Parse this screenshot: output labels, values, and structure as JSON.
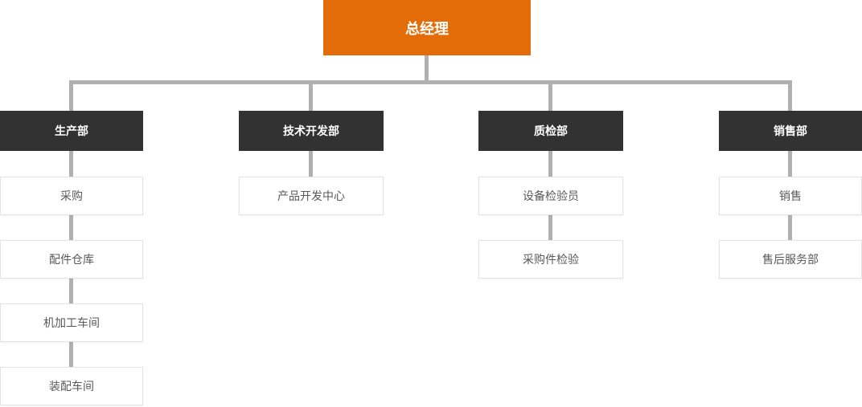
{
  "colors": {
    "root_bg": "#E36C09",
    "dept_bg": "#323232",
    "connector": "#B0B0B0",
    "node_border": "#E4E4E4",
    "node_text": "#595959",
    "node_bg": "#FFFFFF"
  },
  "org": {
    "root": {
      "label": "总经理"
    },
    "departments": [
      {
        "label": "生产部",
        "children": [
          {
            "label": "采购"
          },
          {
            "label": "配件仓库"
          },
          {
            "label": "机加工车间"
          },
          {
            "label": "装配车间"
          }
        ]
      },
      {
        "label": "技术开发部",
        "children": [
          {
            "label": "产品开发中心"
          }
        ]
      },
      {
        "label": "质检部",
        "children": [
          {
            "label": "设备检验员"
          },
          {
            "label": "采购件检验"
          }
        ]
      },
      {
        "label": "销售部",
        "children": [
          {
            "label": "销售"
          },
          {
            "label": "售后服务部"
          }
        ]
      }
    ]
  }
}
